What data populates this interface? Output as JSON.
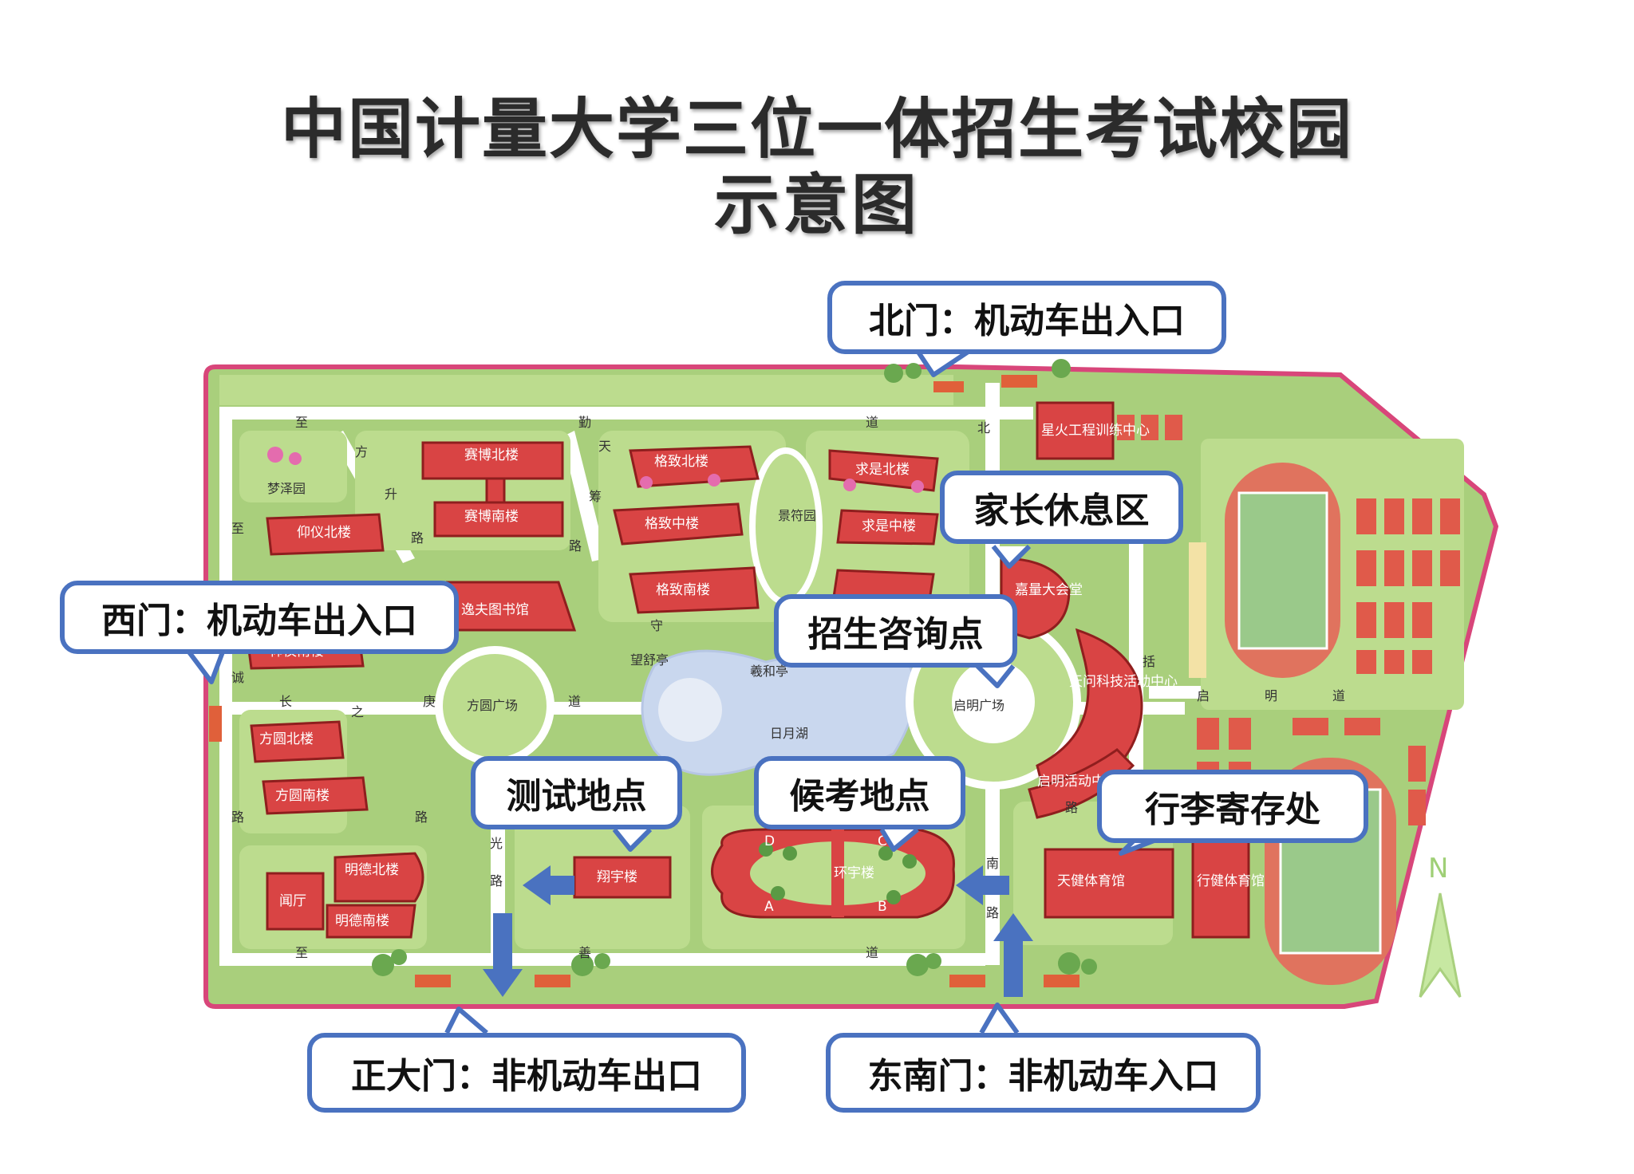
{
  "title": {
    "line1": "中国计量大学三位一体招生考试校园",
    "line2": "示意图"
  },
  "colors": {
    "grass": "#a9cf7c",
    "lawn": "#bcdc8e",
    "road": "#ffffff",
    "building": "#d94444",
    "building_dark": "#8f1e1e",
    "lake": "#c9d7ee",
    "border": "#d8467a",
    "callout_border": "#4a72c0",
    "arrow": "#4a72c0",
    "track": "#e0735e"
  },
  "callouts": {
    "north_gate": "北门：机动车出入口",
    "west_gate": "西门：机动车出入口",
    "parent_rest": "家长休息区",
    "consult": "招生咨询点",
    "test_site": "测试地点",
    "waiting_site": "候考地点",
    "luggage": "行李寄存处",
    "main_gate": "正大门：非机动车出口",
    "southeast_gate": "东南门：非机动车入口"
  },
  "buildings": {
    "saibo_n": "赛博北楼",
    "saibo_s": "赛博南楼",
    "gezhi_n": "格致北楼",
    "gezhi_m": "格致中楼",
    "gezhi_s": "格致南楼",
    "qiushi_n": "求是北楼",
    "qiushi_m": "求是中楼",
    "yangyi_n": "仰仪北楼",
    "yangyi_s": "仰仪南楼",
    "library": "逸夫图书馆",
    "fangyuan_n": "方圆北楼",
    "fangyuan_s": "方圆南楼",
    "mingde_n": "明德北楼",
    "mingde_s": "明德南楼",
    "wenting": "闻厅",
    "xiangyu": "翔宇楼",
    "jialiang": "嘉量大会堂",
    "tianwen": "天问科技活动中心",
    "qiming": "启明活动中心",
    "tianjian": "天健体育馆",
    "xingjian": "行健体育馆",
    "xinghuo": "星火工程训练中心"
  },
  "places": {
    "mengze": "梦泽园",
    "jingfu": "景符园",
    "wangshu": "望舒亭",
    "xihe": "羲和亭",
    "fangyuan_sq": "方圆广场",
    "qiming_sq": "启明广场",
    "riyue": "日月湖"
  },
  "huanyu": {
    "name": "环宇楼",
    "wings": [
      "A",
      "B",
      "C",
      "D"
    ]
  },
  "roads": {
    "north": [
      "至",
      "勤",
      "道"
    ],
    "fangsheng": [
      "方",
      "升",
      "路"
    ],
    "tianchou": [
      "天",
      "筹",
      "路"
    ],
    "west": [
      "至",
      "诚",
      "路"
    ],
    "changgeng": [
      "长",
      "之",
      "庚",
      "道"
    ],
    "guang": [
      "光",
      "路"
    ],
    "south": [
      "至",
      "善",
      "道"
    ],
    "qimingdao": [
      "启",
      "明",
      "道"
    ],
    "nan": [
      "南",
      "路"
    ],
    "kuo": [
      "括"
    ],
    "bei": "北",
    "shou": "守",
    "lu": "路"
  },
  "compass": "N"
}
